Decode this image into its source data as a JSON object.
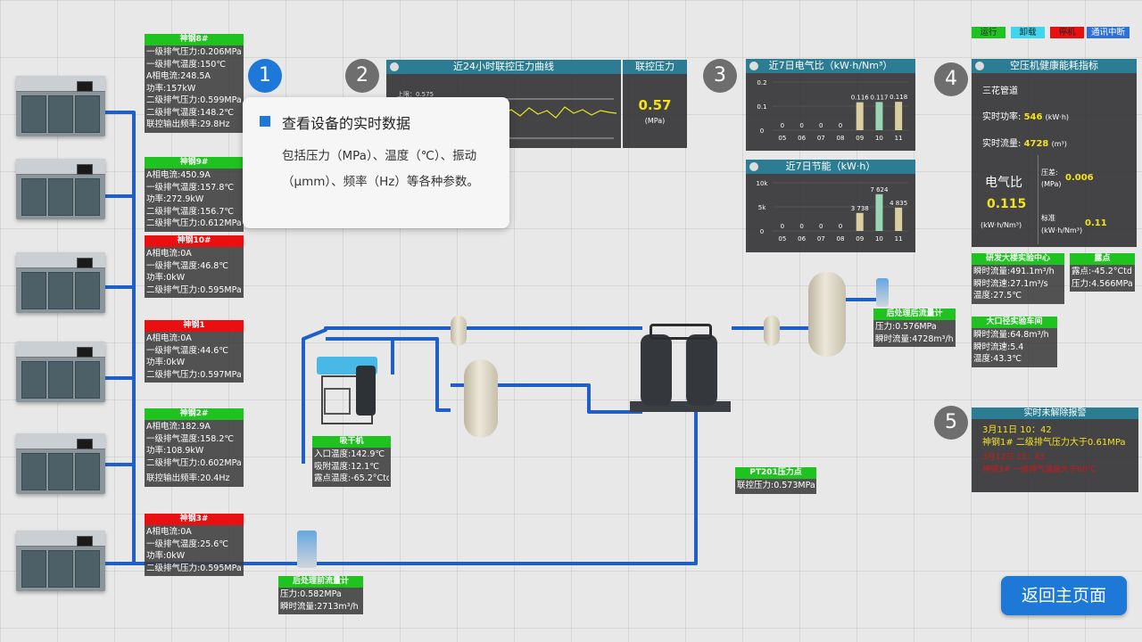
{
  "legend": {
    "run": "运行",
    "unload": "卸载",
    "stop": "停机",
    "comm": "通讯中断",
    "colors": {
      "run": "#1fc31f",
      "unload": "#3cd6ef",
      "stop": "#e81010",
      "comm": "#2f6fd8"
    }
  },
  "compressors": [
    {
      "title": "神钢8#",
      "status": "green",
      "lines": [
        "一级排气压力:0.206MPa",
        "一级排气温度:150℃",
        "A相电流:248.5A",
        "功率:157kW",
        "二级排气压力:0.599MPa",
        "二级排气温度:148.2℃",
        "联控输出频率:29.8Hz"
      ]
    },
    {
      "title": "神钢9#",
      "status": "green",
      "lines": [
        "A相电流:450.9A",
        "一级排气温度:157.8℃",
        "功率:272.9kW",
        "二级排气温度:156.7℃",
        "二级排气压力:0.612MPa"
      ]
    },
    {
      "title": "神钢10#",
      "status": "red",
      "lines": [
        "A相电流:0A",
        "一级排气温度:46.8℃",
        "功率:0kW",
        "二级排气压力:0.595MPa"
      ]
    },
    {
      "title": "神钢1",
      "status": "red",
      "lines": [
        "A相电流:0A",
        "一级排气温度:44.6℃",
        "功率:0kW",
        "二级排气压力:0.597MPa"
      ]
    },
    {
      "title": "神钢2#",
      "status": "green",
      "lines": [
        "A相电流:182.9A",
        "一级排气温度:158.2℃",
        "功率:108.9kW",
        "二级排气压力:0.602MPa",
        "",
        "联控输出频率:20.4Hz"
      ]
    },
    {
      "title": "神钢3#",
      "status": "red",
      "lines": [
        "A相电流:0A",
        "一级排气温度:25.6℃",
        "功率:0kW",
        "二级排气压力:0.595MPa"
      ]
    }
  ],
  "markers": [
    "1",
    "2",
    "3",
    "4",
    "5"
  ],
  "tooltip": {
    "title": "查看设备的实时数据",
    "body": "包括压力（MPa）、温度（℃）、振动（μmm）、频率（Hz）等各种参数。"
  },
  "pressure_curve": {
    "title": "近24小时联控压力曲线",
    "upper_label": "上限：0.575"
  },
  "linked_pressure": {
    "title": "联控压力",
    "value": "0.57",
    "unit": "(MPa)"
  },
  "elec_ratio": {
    "title": "近7日电气比（kW·h/Nm³）"
  },
  "energy_save": {
    "title": "近7日节能（kW·h）"
  },
  "chart_data": [
    {
      "type": "bar",
      "title": "近7日电气比（kW·h/Nm³）",
      "categories": [
        "05",
        "06",
        "07",
        "08",
        "09",
        "10",
        "11"
      ],
      "values": [
        0,
        0,
        0,
        0,
        0.116,
        0.117,
        0.118
      ],
      "value_labels": [
        "0",
        "0",
        "0",
        "0",
        "0.116",
        "0.117",
        "0.118"
      ],
      "ylim": [
        0,
        0.2
      ],
      "yticks": [
        "0.2",
        "0.1",
        "0"
      ]
    },
    {
      "type": "bar",
      "title": "近7日节能（kW·h）",
      "categories": [
        "05",
        "06",
        "07",
        "08",
        "09",
        "10",
        "11"
      ],
      "values": [
        0,
        0,
        0,
        0,
        3738,
        7624,
        4835
      ],
      "value_labels": [
        "0",
        "0",
        "0",
        "0",
        "3 738",
        "7 624",
        "4 835"
      ],
      "ylim": [
        0,
        10000
      ],
      "yticks": [
        "10k",
        "5k",
        "0"
      ]
    }
  ],
  "health": {
    "title": "空压机健康能耗指标",
    "subtitle": "三花管道",
    "power_label": "实时功率:",
    "power_value": "546",
    "power_unit": "(kW·h)",
    "flow_label": "实时流量:",
    "flow_value": "4728",
    "flow_unit": "(m³)",
    "ratio_label": "电气比",
    "ratio_value": "0.115",
    "ratio_unit": "(kW·h/Nm³)",
    "diff_label": "压差:",
    "diff_unit": "(MPa)",
    "diff_value": "0.006",
    "std_label": "标准",
    "std_unit": "(kW·h/Nm³)",
    "std_value": "0.11"
  },
  "rd_center": {
    "title": "研发大楼实验中心",
    "lines": [
      "瞬时流量:491.1m³/h",
      "瞬时流速:27.1m³/s",
      "温度:27.5℃"
    ]
  },
  "dew": {
    "title": "露点",
    "lines": [
      "露点:-45.2°Ctd",
      "压力:4.566MPa"
    ]
  },
  "dakou": {
    "title": "大口径实验车间",
    "lines": [
      "瞬时流量:64.8m³/h",
      "瞬时流速:5.4",
      "温度:43.3℃"
    ]
  },
  "after_flow": {
    "title": "后处理后流量计",
    "lines": [
      "压力:0.576MPa",
      "瞬时流量:4728m³/h"
    ]
  },
  "dryer": {
    "title": "吸干机",
    "lines": [
      "入口温度:142.9℃",
      "吸附温度:12.1℃",
      "露点温度:-65.2°Ctd"
    ]
  },
  "pt201": {
    "title": "PT201压力点",
    "lines": [
      "联控压力:0.573MPa"
    ]
  },
  "before_flow": {
    "title": "后处理前流量计",
    "lines": [
      "压力:0.582MPa",
      "瞬时流量:2713m³/h"
    ]
  },
  "alarms": {
    "title": "实时未解除报警",
    "items": [
      {
        "time": "3月11日 10：42",
        "text": "神钢1# 二级排气压力大于0.61MPa"
      },
      {
        "time": "3月12日 15：43",
        "text": "神钢3# 一级排气温度大于60℃"
      }
    ]
  },
  "home_button": "返回主页面"
}
